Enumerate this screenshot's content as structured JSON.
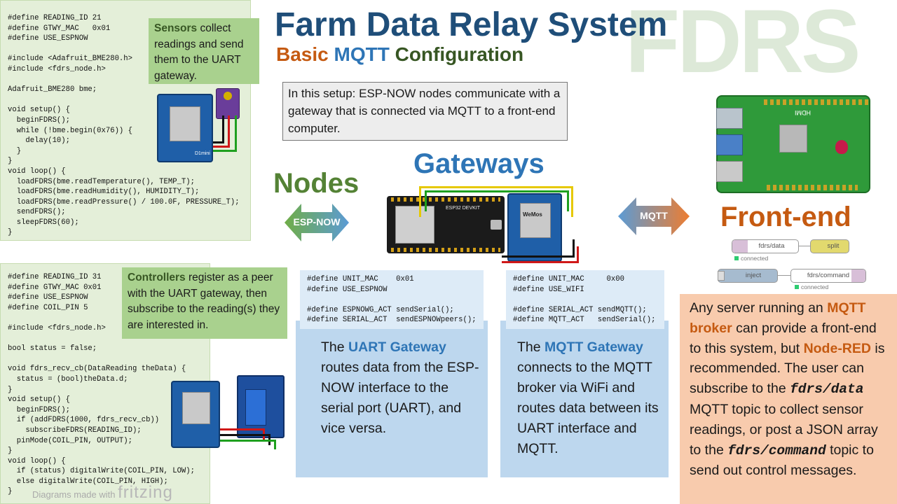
{
  "title": "Farm Data Relay System",
  "subtitle": {
    "basic": "Basic",
    "mqtt": "MQTT",
    "config": "Configuration"
  },
  "logo_text": "FDRS",
  "intro": "In this setup: ESP-NOW nodes communicate with a gateway that is connected via MQTT to a front-end computer.",
  "labels": {
    "nodes": "Nodes",
    "gateways": "Gateways",
    "frontend": "Front-end",
    "espnow": "ESP-NOW",
    "mqtt": "MQTT"
  },
  "sensor_code": "#define READING_ID 21\n#define GTWY_MAC   0x01\n#define USE_ESPNOW\n\n#include <Adafruit_BME280.h>\n#include <fdrs_node.h>\n\nAdafruit_BME280 bme;\n\nvoid setup() {\n  beginFDRS();\n  while (!bme.begin(0x76)) {\n    delay(10);\n  }\n}\nvoid loop() {\n  loadFDRS(bme.readTemperature(), TEMP_T);\n  loadFDRS(bme.readHumidity(), HUMIDITY_T);\n  loadFDRS(bme.readPressure() / 100.0F, PRESSURE_T);\n  sendFDRS();\n  sleepFDRS(60);\n}",
  "sensor_callout": {
    "bold": "Sensors",
    "rest": " collect readings and send them to the UART gateway."
  },
  "controller_code": "#define READING_ID 31\n#define GTWY_MAC 0x01\n#define USE_ESPNOW\n#define COIL_PIN 5\n\n#include <fdrs_node.h>\n\nbool status = false;\n\nvoid fdrs_recv_cb(DataReading theData) {\n  status = (bool)theData.d;\n}\nvoid setup() {\n  beginFDRS();\n  if (addFDRS(1000, fdrs_recv_cb))\n    subscribeFDRS(READING_ID);\n  pinMode(COIL_PIN, OUTPUT);\n}\nvoid loop() {\n  if (status) digitalWrite(COIL_PIN, LOW);\n  else digitalWrite(COIL_PIN, HIGH);\n}",
  "controller_callout": {
    "bold": "Controllers",
    "rest": " register as a peer with the UART gateway, then subscribe to the reading(s) they are interested in."
  },
  "fritzing": {
    "prefix": "Diagrams made with",
    "brand": "fritzing"
  },
  "uart_code": "#define UNIT_MAC    0x01\n#define USE_ESPNOW\n\n#define ESPNOWG_ACT sendSerial();\n#define SERIAL_ACT  sendESPNOWpeers();",
  "uart_desc": {
    "pre": "The ",
    "bold": "UART Gateway",
    "rest": " routes data from the ESP-NOW interface to the serial port (UART), and vice versa."
  },
  "mqtt_code": "#define UNIT_MAC     0x00\n#define USE_WIFI\n\n#define SERIAL_ACT sendMQTT();\n#define MQTT_ACT   sendSerial();",
  "mqtt_desc": {
    "pre": "The ",
    "bold": "MQTT Gateway",
    "rest": " connects to the MQTT broker via WiFi and routes data between its UART interface and MQTT."
  },
  "server_desc": {
    "p1": "Any server running an ",
    "b1": "MQTT broker",
    "p2": " can provide a front-end to this system, but ",
    "b2": "Node-RED",
    "p3": " is recommended. The user can subscribe to the ",
    "t1": "fdrs/data",
    "p4": " MQTT topic to collect sensor readings, or post a JSON array to the ",
    "t2": "fdrs/command",
    "p5": " topic to send out control messages."
  },
  "nodered": {
    "data_topic": "fdrs/data",
    "split": "split",
    "inject": "inject",
    "cmd_topic": "fdrs/command",
    "status": "connected"
  },
  "board_labels": {
    "esp32": "ESP32 DEVKIT",
    "d1": "D1mini",
    "wemos": "WeMos",
    "hdmi": "HDMI"
  },
  "colors": {
    "title": "#1f4e79",
    "basic": "#c55a11",
    "mqtt_blue": "#2e75b6",
    "config": "#375623",
    "nodes": "#548235",
    "frontend": "#c55a11",
    "orange_panel": "#f8cbad"
  }
}
